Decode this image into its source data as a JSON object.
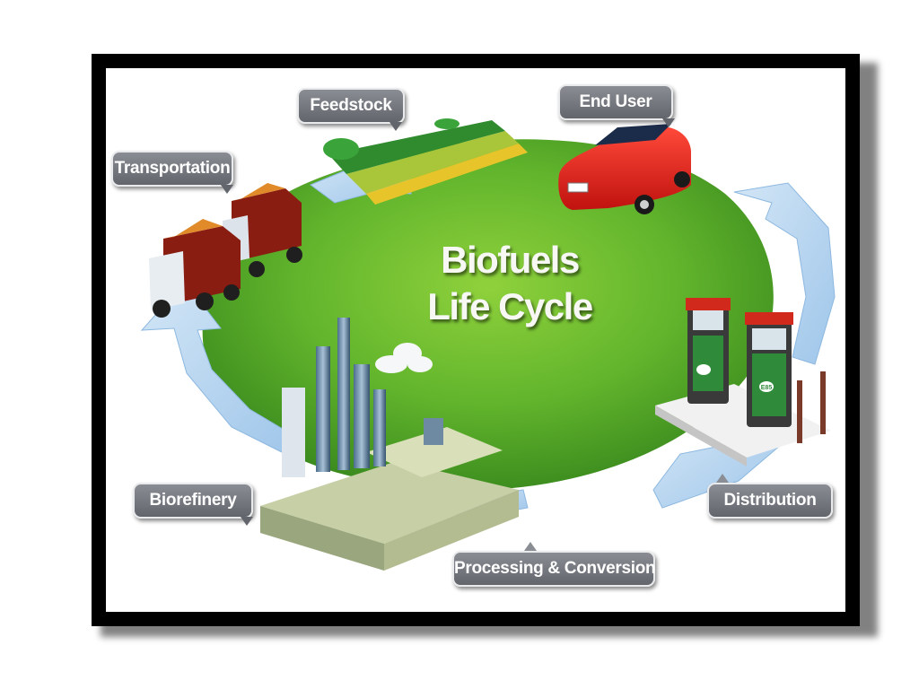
{
  "diagram": {
    "title_line1": "Biofuels",
    "title_line2": "Life Cycle",
    "stages": {
      "feedstock": "Feedstock",
      "end_user": "End User",
      "transportation": "Transportation",
      "biorefinery": "Biorefinery",
      "distribution": "Distribution",
      "processing": "Processing & Conversion"
    },
    "pump_badge": "E85"
  },
  "colors": {
    "frame": "#000000",
    "blob_green": "#62b52c",
    "arrow_blue": "#b3d3ee",
    "label_gray": "#75787e",
    "car_red": "#e81c1c"
  }
}
